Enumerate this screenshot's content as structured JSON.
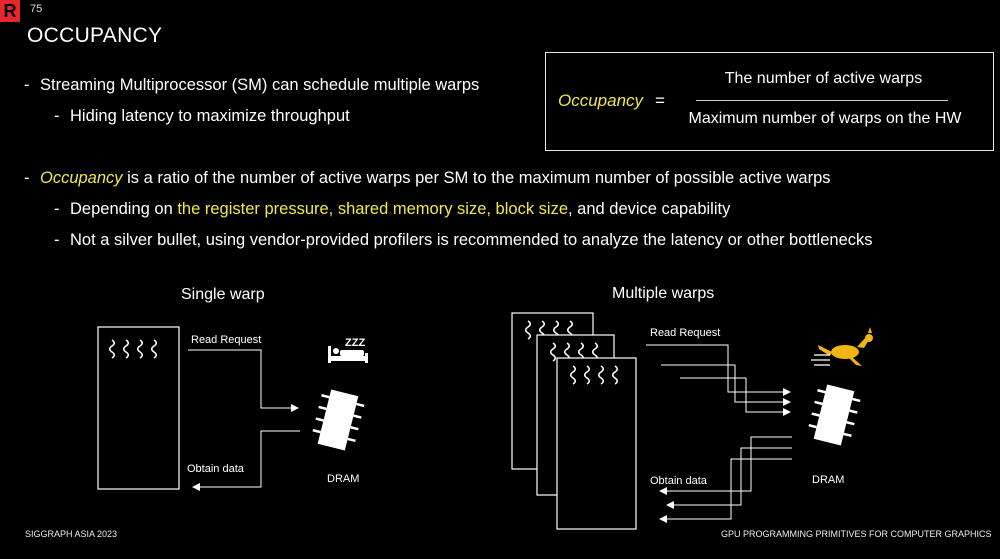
{
  "slide": {
    "logo_letter": "R",
    "number": "75",
    "title": "OCCUPANCY"
  },
  "bullets": {
    "b1": "Streaming Multiprocessor (SM) can schedule multiple warps",
    "b1_sub": "Hiding latency to maximize throughput",
    "b2_em": "Occupancy",
    "b2_rest": " is a ratio of the number of active warps per SM to the maximum number of possible active warps",
    "b2_sub1_pre": "Depending on ",
    "b2_sub1_hl": "the register pressure, shared memory size, block size",
    "b2_sub1_post": ", and device capability",
    "b2_sub2": "Not a silver bullet, using vendor-provided profilers is recommended to analyze the latency or other bottlenecks"
  },
  "formula": {
    "lhs": "Occupancy",
    "equals": "=",
    "numerator": "The number of active warps",
    "denominator": "Maximum number of warps on the HW"
  },
  "diagram_single": {
    "title": "Single warp",
    "read_label": "Read Request",
    "obtain_label": "Obtain data",
    "dram_label": "DRAM",
    "sleep_text": "ZZZ"
  },
  "diagram_multi": {
    "title": "Multiple warps",
    "read_label": "Read Request",
    "obtain_label": "Obtain data",
    "dram_label": "DRAM"
  },
  "footer": {
    "left": "SIGGRAPH ASIA 2023",
    "right": "GPU PROGRAMMING PRIMITIVES FOR COMPUTER GRAPHICS"
  },
  "colors": {
    "background": "#000000",
    "highlight": "#f1e84a",
    "logo": "#e8262b"
  }
}
